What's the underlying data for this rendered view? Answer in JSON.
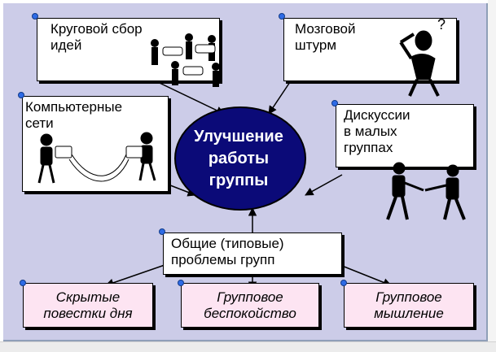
{
  "diagram": {
    "center": {
      "label": "Улучшение\nработы\nгруппы"
    },
    "methods": [
      {
        "label": "Круговой сбор\nидей"
      },
      {
        "label": "Мозговой\nштурм"
      },
      {
        "label": "Компьютерные\nсети"
      },
      {
        "label": "Дискуссии\nв малых\nгруппах"
      }
    ],
    "common_problems": {
      "label": "Общие (типовые)\nпроблемы групп"
    },
    "problems": [
      {
        "label": "Скрытые\nповестки дня"
      },
      {
        "label": "Групповое\nбеспокойство"
      },
      {
        "label": "Групповое\nмышление"
      }
    ],
    "brainstorm_mark": "?"
  },
  "colors": {
    "background": "#cccce8",
    "center_fill": "#0b0a78",
    "problem_fill": "#fde4f2",
    "marker": "#2e6be6"
  }
}
